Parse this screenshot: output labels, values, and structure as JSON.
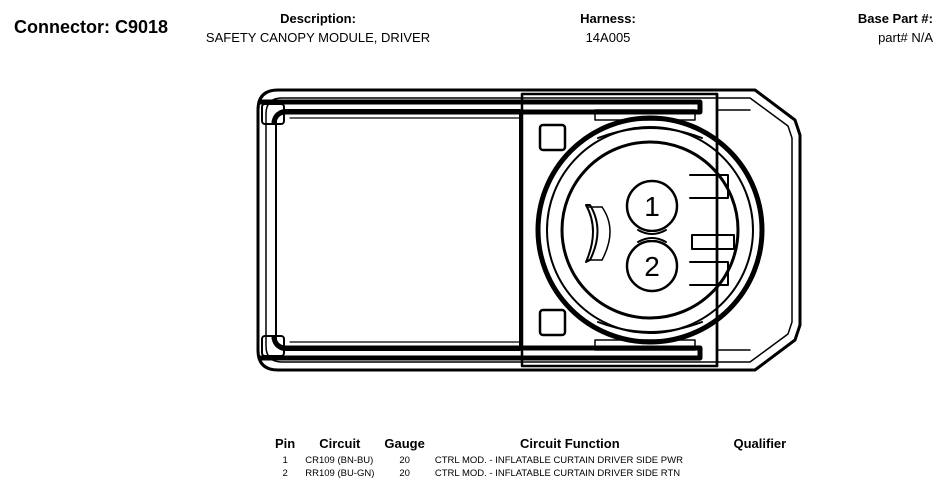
{
  "connector": {
    "label": "Connector: C9018"
  },
  "description": {
    "label": "Description:",
    "value": "SAFETY CANOPY MODULE, DRIVER"
  },
  "harness": {
    "label": "Harness:",
    "value": "14A005"
  },
  "base_part": {
    "label": "Base Part #:",
    "value": "part# N/A"
  },
  "diagram": {
    "pin_labels": [
      "1",
      "2"
    ]
  },
  "pin_table": {
    "headers": [
      "Pin",
      "Circuit",
      "Gauge",
      "Circuit Function",
      "Qualifier"
    ],
    "rows": [
      {
        "pin": "1",
        "circuit": "CR109 (BN-BU)",
        "gauge": "20",
        "function": "CTRL MOD. - INFLATABLE CURTAIN DRIVER SIDE PWR",
        "qualifier": ""
      },
      {
        "pin": "2",
        "circuit": "RR109 (BU-GN)",
        "gauge": "20",
        "function": "CTRL MOD. - INFLATABLE CURTAIN DRIVER SIDE RTN",
        "qualifier": ""
      }
    ]
  }
}
